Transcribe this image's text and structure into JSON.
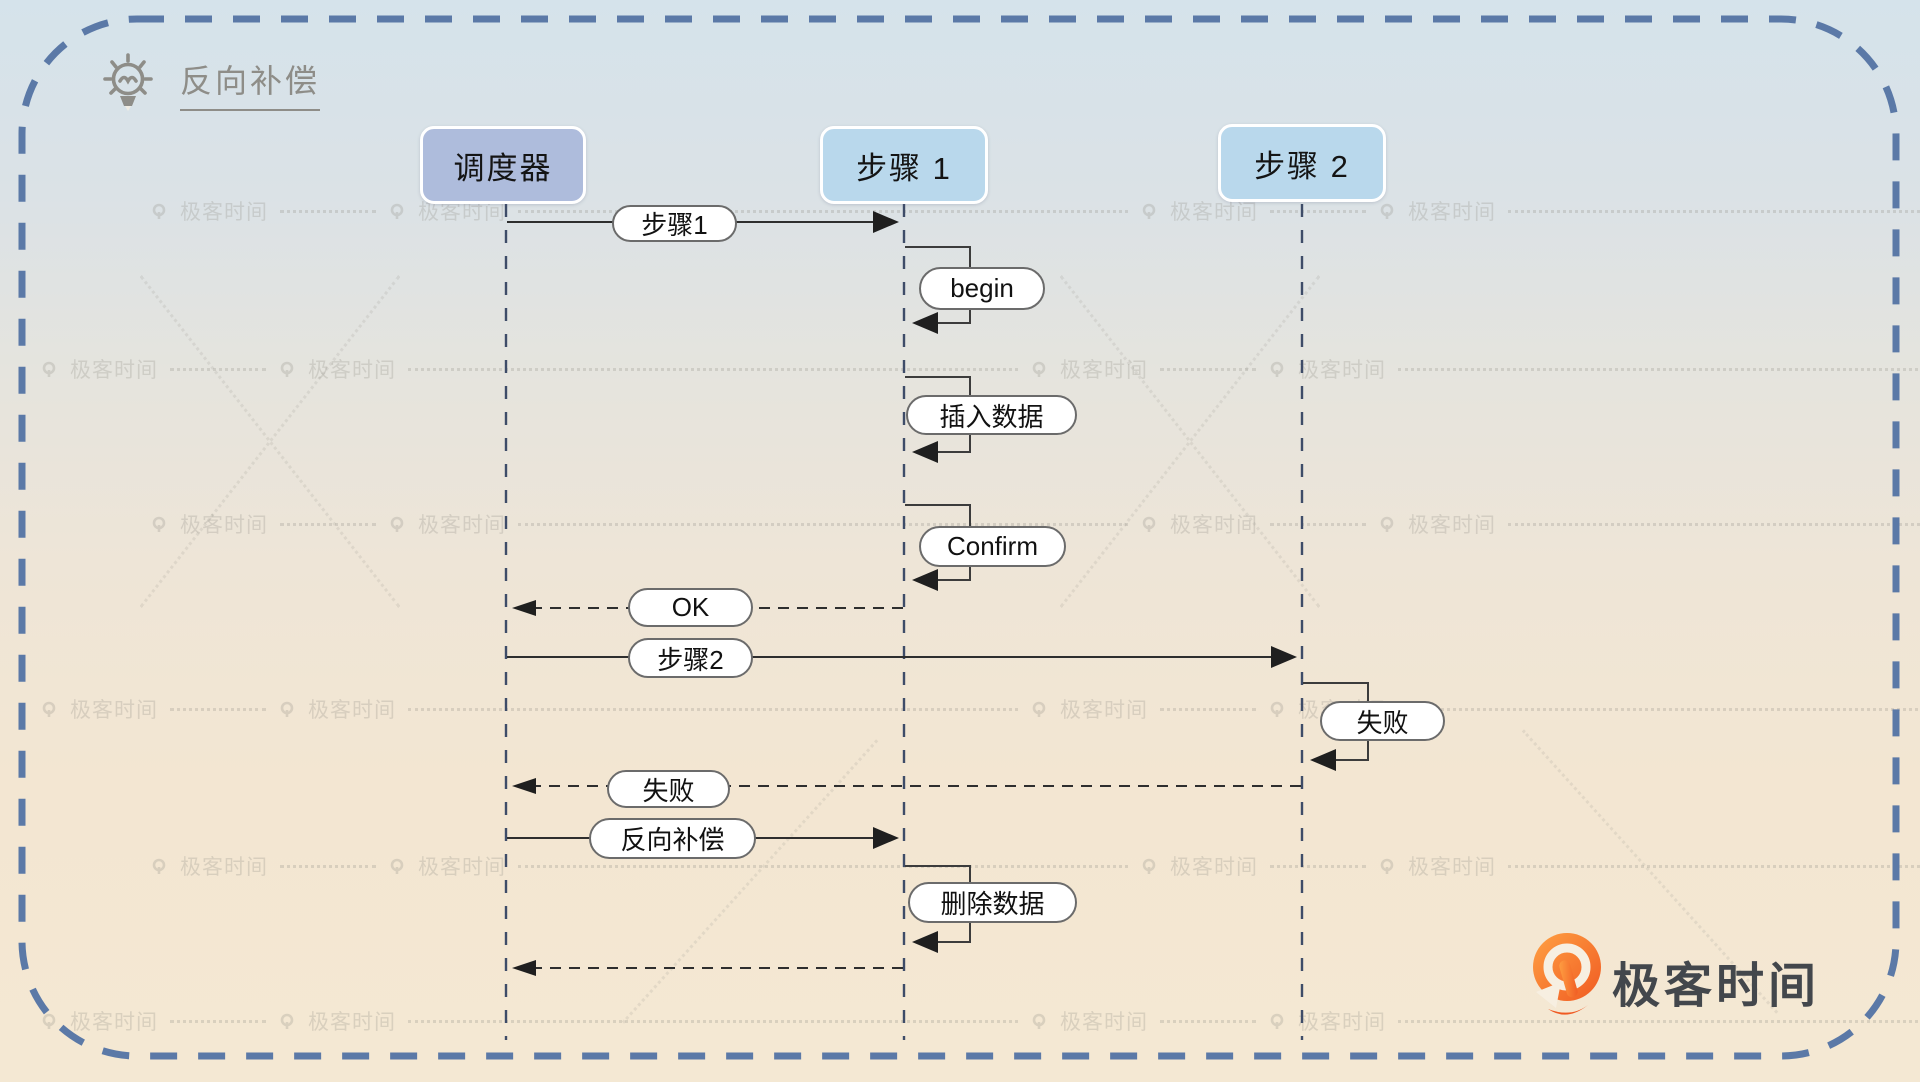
{
  "header": {
    "title": "反向补偿",
    "icon": "lightbulb-icon"
  },
  "actors": [
    {
      "label": "调度器"
    },
    {
      "label": "步骤 1"
    },
    {
      "label": "步骤 2"
    }
  ],
  "messages": [
    {
      "label": "步骤1",
      "type": "call",
      "from": "调度器",
      "to": "步骤 1"
    },
    {
      "label": "begin",
      "type": "self",
      "on": "步骤 1"
    },
    {
      "label": "插入数据",
      "type": "self",
      "on": "步骤 1"
    },
    {
      "label": "Confirm",
      "type": "self",
      "on": "步骤 1"
    },
    {
      "label": "OK",
      "type": "return",
      "from": "步骤 1",
      "to": "调度器"
    },
    {
      "label": "步骤2",
      "type": "call",
      "from": "调度器",
      "to": "步骤 2"
    },
    {
      "label": "失败",
      "type": "self",
      "on": "步骤 2"
    },
    {
      "label": "失败",
      "type": "return",
      "from": "步骤 2",
      "to": "调度器"
    },
    {
      "label": "反向补偿",
      "type": "call",
      "from": "调度器",
      "to": "步骤 1"
    },
    {
      "label": "删除数据",
      "type": "self",
      "on": "步骤 1"
    },
    {
      "label": "",
      "type": "return",
      "from": "步骤 1",
      "to": "调度器"
    }
  ],
  "watermark": {
    "text": "极客时间"
  },
  "logo": {
    "text": "极客时间"
  },
  "colors": {
    "border_dash": "#5b79a7",
    "scheduler_fill": "#aebcdc",
    "step_fill": "#b9d8ec",
    "lifeline": "#3e4c68",
    "arrow": "#2e2e2e",
    "title_gray": "#8e8d88",
    "logo_orange": "#f05a22"
  }
}
